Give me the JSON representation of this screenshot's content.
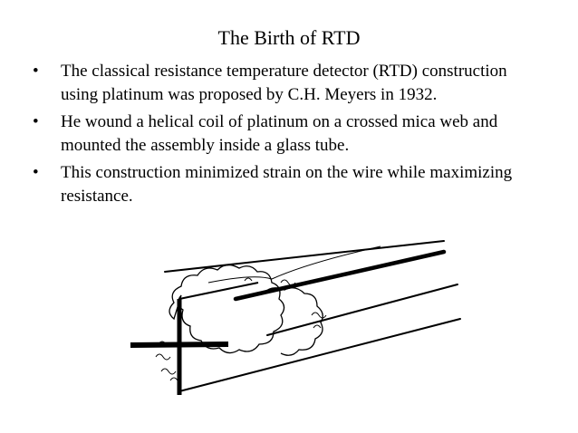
{
  "slide": {
    "title": "The Birth of RTD",
    "bullet_glyph": "•",
    "bullets": [
      "The classical resistance temperature detector (RTD) construction using platinum was proposed by C.H. Meyers in 1932.",
      "He wound a helical coil of platinum on a crossed mica web and mounted the assembly inside a glass tube.",
      "This construction minimized strain on the wire while maximizing resistance."
    ]
  },
  "figure": {
    "icon": "rtd-construction-drawing"
  }
}
